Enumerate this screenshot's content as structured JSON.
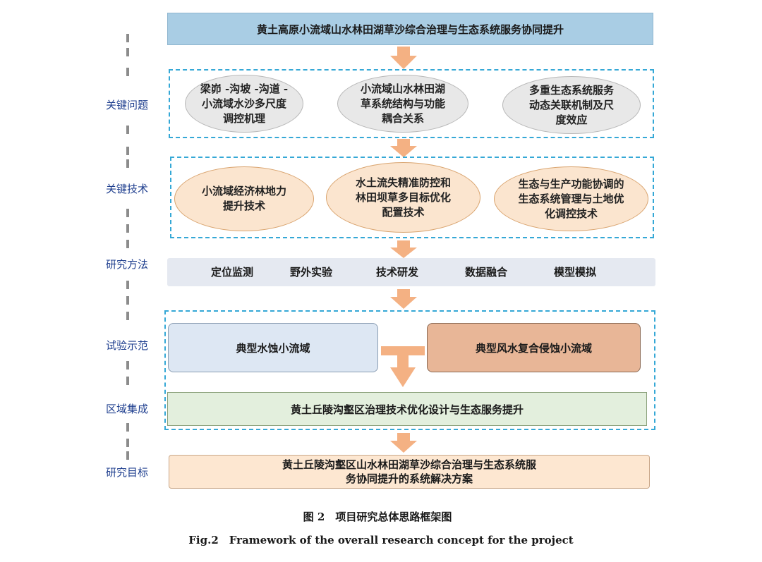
{
  "title_banner": "黄土高原小流域山水林田湖草沙综合治理与生态系统服务协同提升",
  "side_labels": {
    "key_problems": "关键问题",
    "key_tech": "关键技术",
    "methods": "研究方法",
    "demo": "试验示范",
    "integration": "区域集成",
    "goal": "研究目标"
  },
  "key_problems": [
    "梁峁 -沟坡 -沟道 -小流域水沙多尺度调控机理",
    "小流域山水林田湖草系统结构与功能耦合关系",
    "多重生态系统服务动态关联机制及尺度效应"
  ],
  "key_tech": [
    "小流域经济林地力提升技术",
    "水土流失精准防控和林田坝草多目标优化配置技术",
    "生态与生产功能协调的生态系统管理与土地优化调控技术"
  ],
  "methods": [
    "定位监测",
    "野外实验",
    "技术研发",
    "数据融合",
    "模型模拟"
  ],
  "demo": {
    "left": "典型水蚀小流域",
    "right": "典型风水复合侵蚀小流域"
  },
  "integration": "黄土丘陵沟壑区治理技术优化设计与生态服务提升",
  "goal": "黄土丘陵沟壑区山水林田湖草沙综合治理与生态系统服务协同提升的系统解决方案",
  "caption": {
    "cn": "图 2　项目研究总体思路框架图",
    "en": "Fig.2　Framework of the overall research concept for the project"
  },
  "colors": {
    "banner": "#a9cde4",
    "dashed_border": "#35a8d6",
    "arrow": "#f4b183",
    "side_label": "#1f3f8f"
  }
}
